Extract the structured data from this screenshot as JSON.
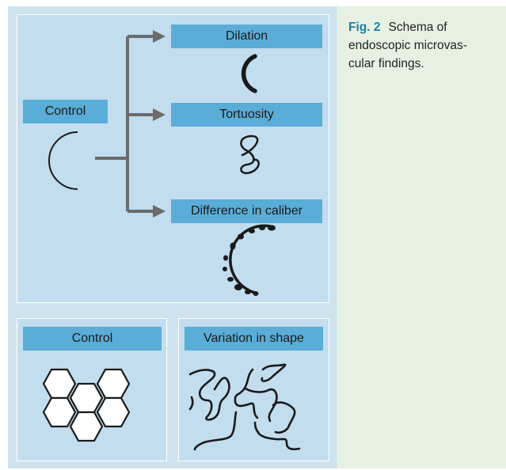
{
  "caption": {
    "label": "Fig. 2",
    "lines": [
      "Schema of",
      "endoscopic microvas-",
      "cular findings."
    ]
  },
  "top_panel": {
    "control_label": "Control",
    "dilation_label": "Dilation",
    "tortuosity_label": "Tortuosity",
    "caliber_label": "Difference in caliber"
  },
  "bottom_left_panel": {
    "label": "Control"
  },
  "bottom_right_panel": {
    "label": "Variation in shape"
  },
  "colors": {
    "figure_bg": "#cfe3ef",
    "panel_bg": "#c2ddee",
    "label_bg": "#5aadd6",
    "arrow": "#6b6b6b",
    "caption_bg": "#e6f1e3",
    "caption_label": "#1e7ea6"
  }
}
